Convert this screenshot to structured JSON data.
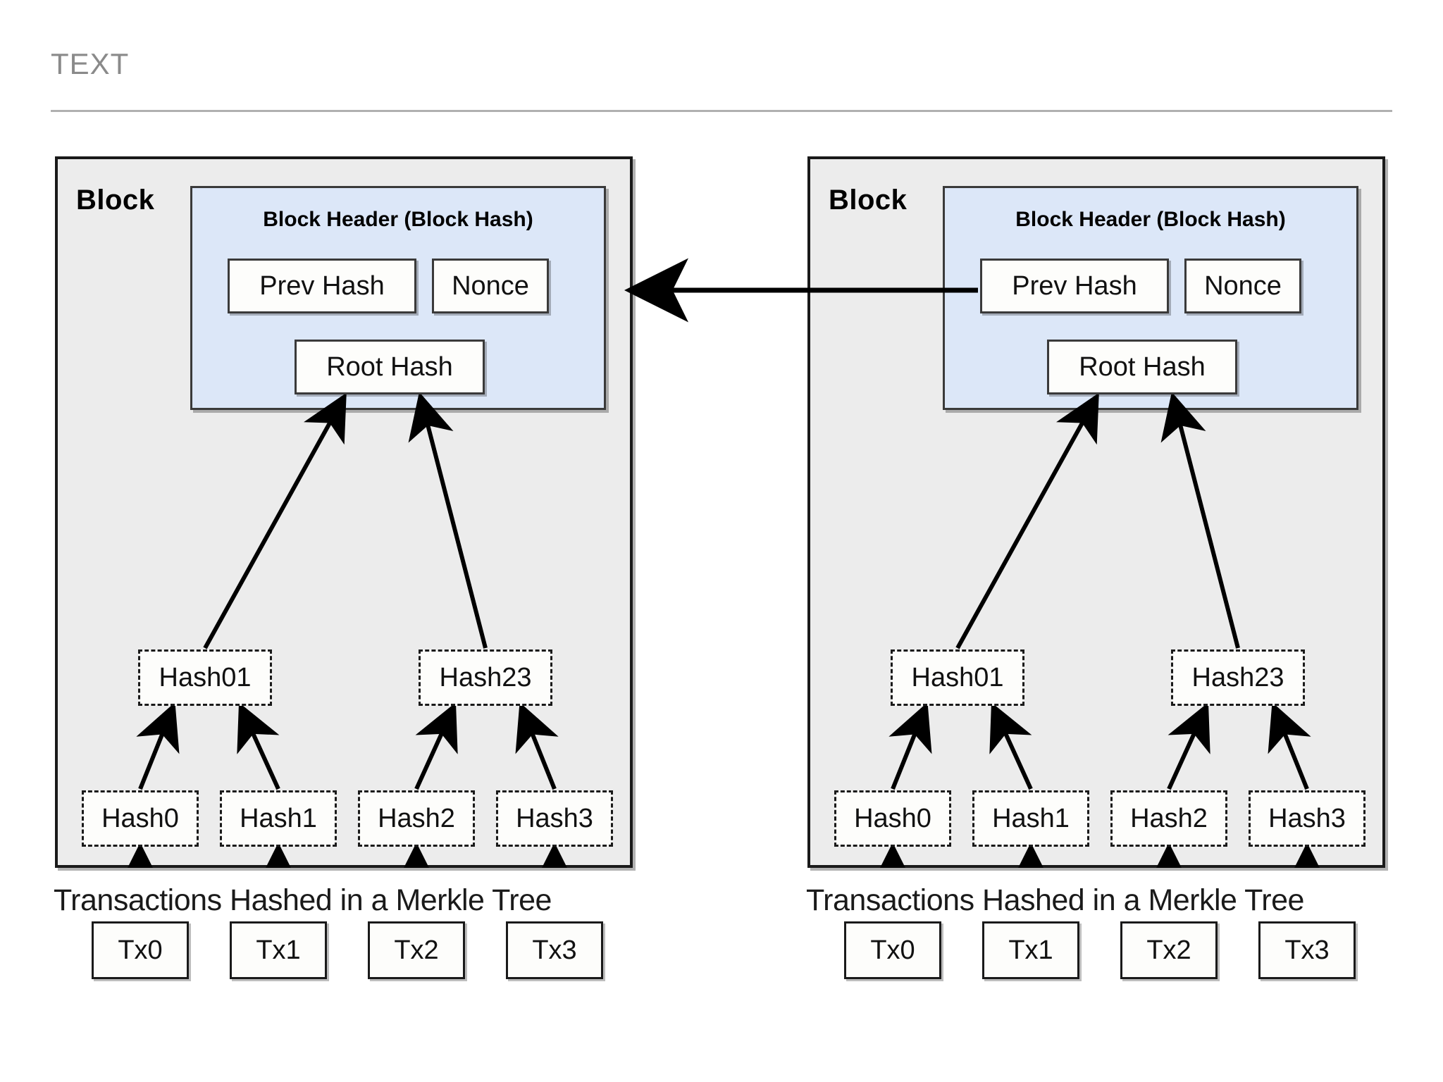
{
  "slide": {
    "title": "TEXT"
  },
  "diagram": {
    "type": "blockchain-merkle-tree",
    "chain_arrow": {
      "name": "prev-hash-link-arrow",
      "direction": "right-to-left",
      "from": "right block Prev Hash",
      "to": "left block"
    },
    "blocks": [
      {
        "id": "block-left",
        "label": "Block",
        "caption": "Transactions Hashed in a Merkle Tree",
        "header": {
          "title": "Block Header (Block Hash)",
          "prev_hash": "Prev Hash",
          "nonce": "Nonce",
          "root_hash": "Root Hash"
        },
        "merkle": {
          "level1": [
            "Hash01",
            "Hash23"
          ],
          "level0": [
            "Hash0",
            "Hash1",
            "Hash2",
            "Hash3"
          ],
          "transactions": [
            "Tx0",
            "Tx1",
            "Tx2",
            "Tx3"
          ]
        }
      },
      {
        "id": "block-right",
        "label": "Block",
        "caption": "Transactions Hashed in a Merkle Tree",
        "header": {
          "title": "Block Header (Block Hash)",
          "prev_hash": "Prev Hash",
          "nonce": "Nonce",
          "root_hash": "Root Hash"
        },
        "merkle": {
          "level1": [
            "Hash01",
            "Hash23"
          ],
          "level0": [
            "Hash0",
            "Hash1",
            "Hash2",
            "Hash3"
          ],
          "transactions": [
            "Tx0",
            "Tx1",
            "Tx2",
            "Tx3"
          ]
        }
      }
    ]
  },
  "colors": {
    "page_background": "#ffffff",
    "title_text": "#8a8a8a",
    "title_rule": "#b0b0b0",
    "block_fill": "#ececec",
    "block_border": "#1a1a1a",
    "header_fill": "#dce7f8",
    "header_border": "#3a3a3a",
    "node_fill": "#fdfdfb",
    "node_border": "#1a1a1a",
    "arrow": "#000000",
    "text": "#111111"
  }
}
